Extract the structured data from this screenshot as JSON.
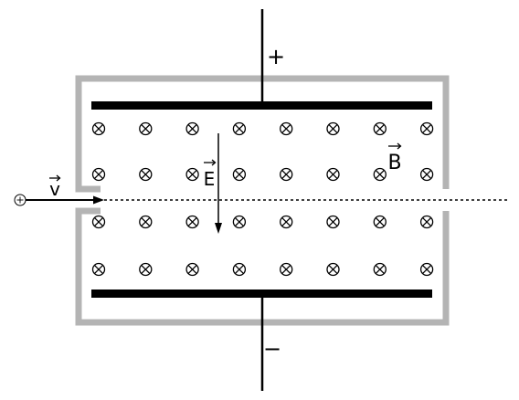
{
  "labels": {
    "plus": "+",
    "minus": "−",
    "velocity": "v",
    "electric_field": "E",
    "magnetic_field": "B"
  },
  "field_symbol": "⊗",
  "field_grid": {
    "rows": 4,
    "columns": 8
  },
  "colors": {
    "housing": "#b4b4b4",
    "plates": "#000000",
    "lines": "#000000",
    "background": "#ffffff"
  }
}
